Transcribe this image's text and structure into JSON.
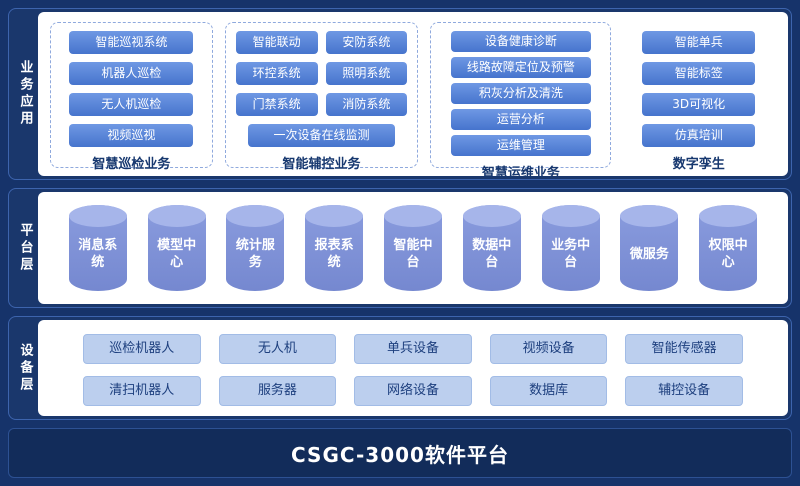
{
  "business": {
    "label": "业务应用",
    "groups": [
      {
        "title": "智慧巡检业务",
        "items": [
          "智能巡视系统",
          "机器人巡检",
          "无人机巡检",
          "视频巡视"
        ]
      },
      {
        "title": "智能辅控业务",
        "items": [
          "智能联动",
          "安防系统",
          "环控系统",
          "照明系统",
          "门禁系统",
          "消防系统"
        ],
        "wide": "一次设备在线监测"
      },
      {
        "title": "智慧运维业务",
        "items": [
          "设备健康诊断",
          "线路故障定位及预警",
          "积灰分析及清洗",
          "运营分析",
          "运维管理"
        ]
      },
      {
        "title": "数字孪生",
        "items": [
          "智能单兵",
          "智能标签",
          "3D可视化",
          "仿真培训"
        ]
      }
    ]
  },
  "platform": {
    "label": "平台层",
    "items": [
      "消息系统",
      "模型中心",
      "统计服务",
      "报表系统",
      "智能中台",
      "数据中台",
      "业务中台",
      "微服务",
      "权限中心"
    ]
  },
  "device": {
    "label": "设备层",
    "rows": [
      [
        "巡检机器人",
        "无人机",
        "单兵设备",
        "视频设备",
        "智能传感器"
      ],
      [
        "清扫机器人",
        "服务器",
        "网络设备",
        "数据库",
        "辅控设备"
      ]
    ]
  },
  "footer": {
    "title": "CSGC-3000软件平台"
  },
  "colors": {
    "background": "#16336a",
    "panel": "#ffffff",
    "app_button": "#4f7fd2",
    "cylinder": "#8096d8",
    "device_button": "#bccfee",
    "group_title_text": "#17386f",
    "footer_bar": "#122c5a"
  }
}
